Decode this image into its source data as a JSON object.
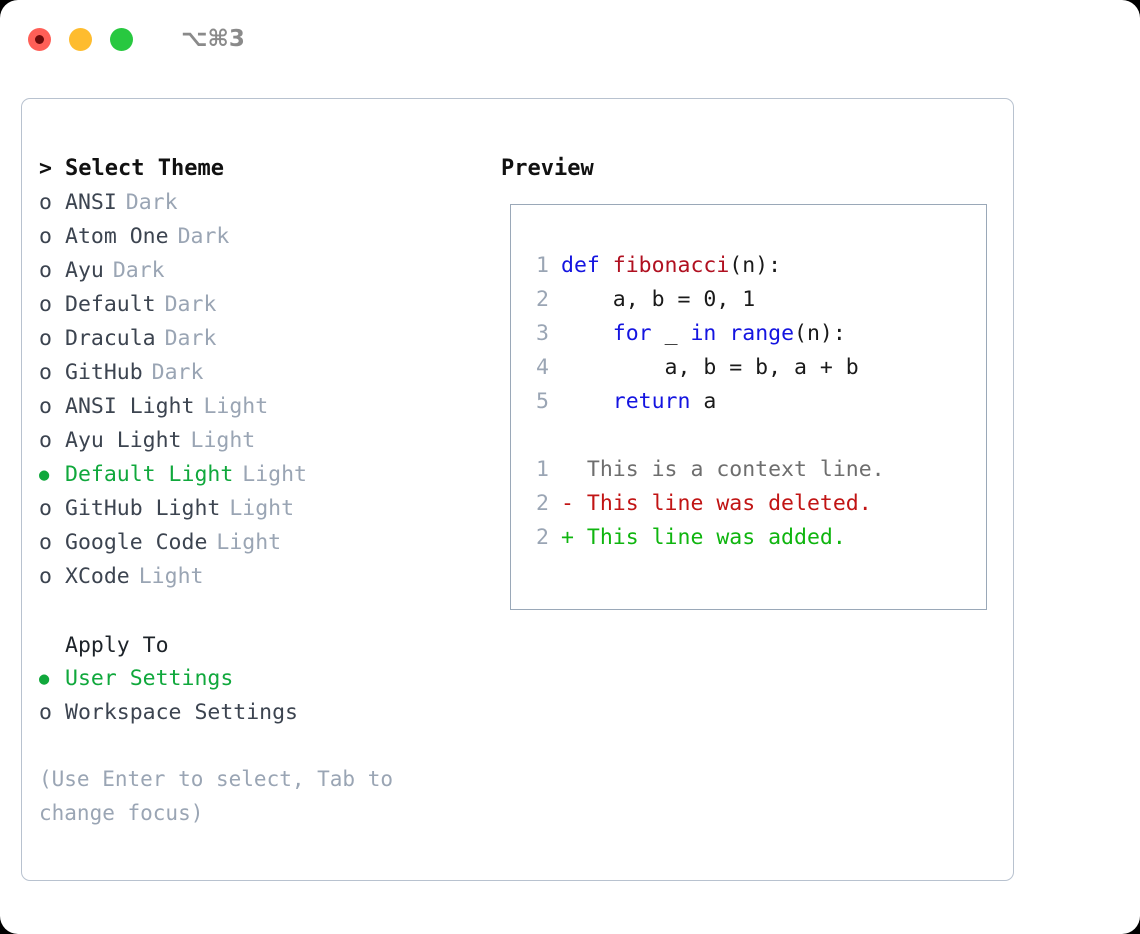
{
  "window": {
    "title": "⌥⌘3",
    "traffic_lights": [
      "close-red",
      "minimize-yellow",
      "maximize-green"
    ]
  },
  "theme_list": {
    "header": {
      "marker": ">",
      "label": "Select Theme"
    },
    "items": [
      {
        "marker": "o",
        "label": "ANSI",
        "tag": "Dark",
        "selected": false
      },
      {
        "marker": "o",
        "label": "Atom One",
        "tag": "Dark",
        "selected": false
      },
      {
        "marker": "o",
        "label": "Ayu",
        "tag": "Dark",
        "selected": false
      },
      {
        "marker": "o",
        "label": "Default",
        "tag": "Dark",
        "selected": false
      },
      {
        "marker": "o",
        "label": "Dracula",
        "tag": "Dark",
        "selected": false
      },
      {
        "marker": "o",
        "label": "GitHub",
        "tag": "Dark",
        "selected": false
      },
      {
        "marker": "o",
        "label": "ANSI Light",
        "tag": "Light",
        "selected": false
      },
      {
        "marker": "o",
        "label": "Ayu Light",
        "tag": "Light",
        "selected": false
      },
      {
        "marker": "●",
        "label": "Default Light",
        "tag": "Light",
        "selected": true
      },
      {
        "marker": "o",
        "label": "GitHub Light",
        "tag": "Light",
        "selected": false
      },
      {
        "marker": "o",
        "label": "Google Code",
        "tag": "Light",
        "selected": false
      },
      {
        "marker": "o",
        "label": "XCode",
        "tag": "Light",
        "selected": false
      }
    ]
  },
  "apply_to": {
    "header": "Apply To",
    "items": [
      {
        "marker": "●",
        "label": "User Settings",
        "selected": true
      },
      {
        "marker": "o",
        "label": "Workspace Settings",
        "selected": false
      }
    ]
  },
  "hint": "(Use Enter to select, Tab to change focus)",
  "preview": {
    "title": "Preview",
    "code_lines": [
      {
        "no": "1",
        "tokens": [
          {
            "t": "def ",
            "c": "kw"
          },
          {
            "t": "fibonacci",
            "c": "fn"
          },
          {
            "t": "(n):",
            "c": "pl"
          }
        ]
      },
      {
        "no": "2",
        "tokens": [
          {
            "t": "    a, b = 0, 1",
            "c": "pl"
          }
        ]
      },
      {
        "no": "3",
        "tokens": [
          {
            "t": "    ",
            "c": "pl"
          },
          {
            "t": "for",
            "c": "kw"
          },
          {
            "t": " _ ",
            "c": "pl"
          },
          {
            "t": "in",
            "c": "kw"
          },
          {
            "t": " ",
            "c": "pl"
          },
          {
            "t": "range",
            "c": "kw"
          },
          {
            "t": "(n):",
            "c": "pl"
          }
        ]
      },
      {
        "no": "4",
        "tokens": [
          {
            "t": "        a, b = b, a + b",
            "c": "pl"
          }
        ]
      },
      {
        "no": "5",
        "tokens": [
          {
            "t": "    ",
            "c": "pl"
          },
          {
            "t": "return",
            "c": "kw"
          },
          {
            "t": " a",
            "c": "pl"
          }
        ]
      }
    ],
    "diff_lines": [
      {
        "no": "1",
        "prefix": "  ",
        "text": "This is a context line.",
        "kind": "ctx"
      },
      {
        "no": "2",
        "prefix": "- ",
        "text": "This line was deleted.",
        "kind": "del"
      },
      {
        "no": "2",
        "prefix": "+ ",
        "text": "This line was added.",
        "kind": "add"
      }
    ]
  },
  "colors": {
    "accent_green": "#10a83c",
    "tag_gray": "#9aa5b4",
    "keyword_blue": "#1414e0",
    "function_red": "#b01020",
    "diff_add_green": "#0fb50f",
    "diff_del_red": "#c11414",
    "border": "#b8c2cf"
  }
}
